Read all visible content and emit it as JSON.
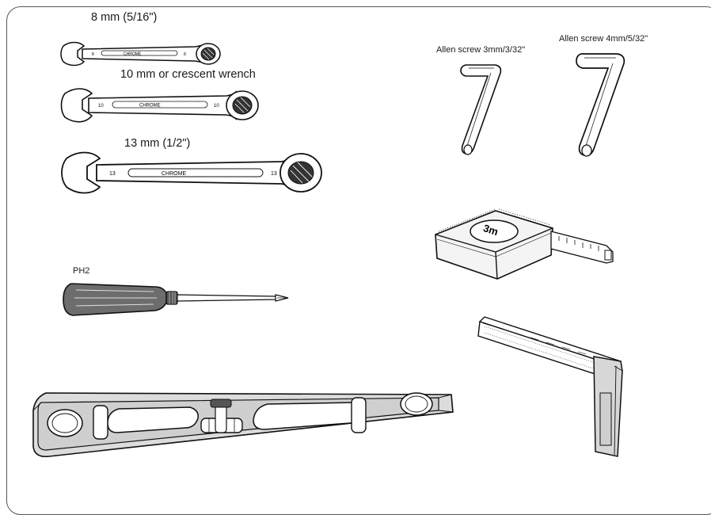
{
  "labels": {
    "wrench_8": "8 mm (5/16\")",
    "wrench_10": "10 mm or crescent wrench",
    "wrench_13": "13 mm (1/2\")",
    "allen_3": "Allen screw 3mm/3/32\"",
    "allen_4": "Allen screw 4mm/5/32\"",
    "screwdriver": "PH2"
  },
  "engravings": {
    "wrench_8_left": "8",
    "wrench_8_right": "8",
    "wrench_10_left": "10",
    "wrench_10_right": "10",
    "wrench_13_left": "13",
    "wrench_13_right": "13",
    "chrome": "CHROME",
    "tape_brand": "3m"
  },
  "icons": {
    "wrench_8": "wrench-icon",
    "wrench_10": "wrench-icon",
    "wrench_13": "wrench-icon",
    "allen_3": "allen-key-icon",
    "allen_4": "allen-key-icon",
    "tape": "tape-measure-icon",
    "screwdriver": "phillips-screwdriver-icon",
    "square": "try-square-icon",
    "level": "spirit-level-icon"
  }
}
